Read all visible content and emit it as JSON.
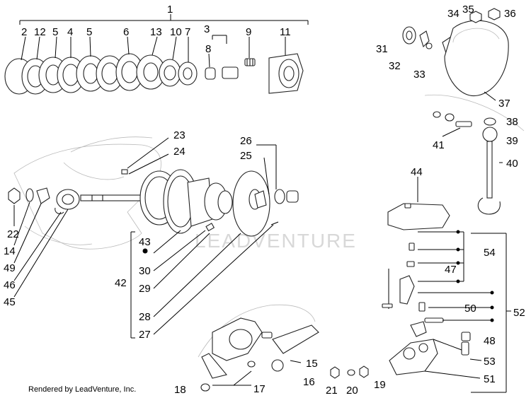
{
  "watermark": "LEADVENTURE",
  "credit": "Rendered by LeadVenture, Inc.",
  "labels": {
    "c1": "1",
    "c2": "2",
    "c3": "3",
    "c4": "4",
    "c5": "5",
    "c6": "6",
    "c7": "7",
    "c8": "8",
    "c9": "9",
    "c10": "10",
    "c11": "11",
    "c12": "12",
    "c13": "13",
    "c14": "14",
    "c15": "15",
    "c16": "16",
    "c17": "17",
    "c18": "18",
    "c19": "19",
    "c20": "20",
    "c21": "21",
    "c22": "22",
    "c23": "23",
    "c24": "24",
    "c25": "25",
    "c26": "26",
    "c27": "27",
    "c28": "28",
    "c29": "29",
    "c30": "30",
    "c31": "31",
    "c32": "32",
    "c33": "33",
    "c34": "34",
    "c35": "35",
    "c36": "36",
    "c37": "37",
    "c38": "38",
    "c39": "39",
    "c40": "40",
    "c41": "41",
    "c42": "42",
    "c43": "43",
    "c44": "44",
    "c45": "45",
    "c46": "46",
    "c47": "47",
    "c48": "48",
    "c49": "49",
    "c50": "50",
    "c51": "51",
    "c52": "52",
    "c53": "53",
    "c54": "54"
  }
}
